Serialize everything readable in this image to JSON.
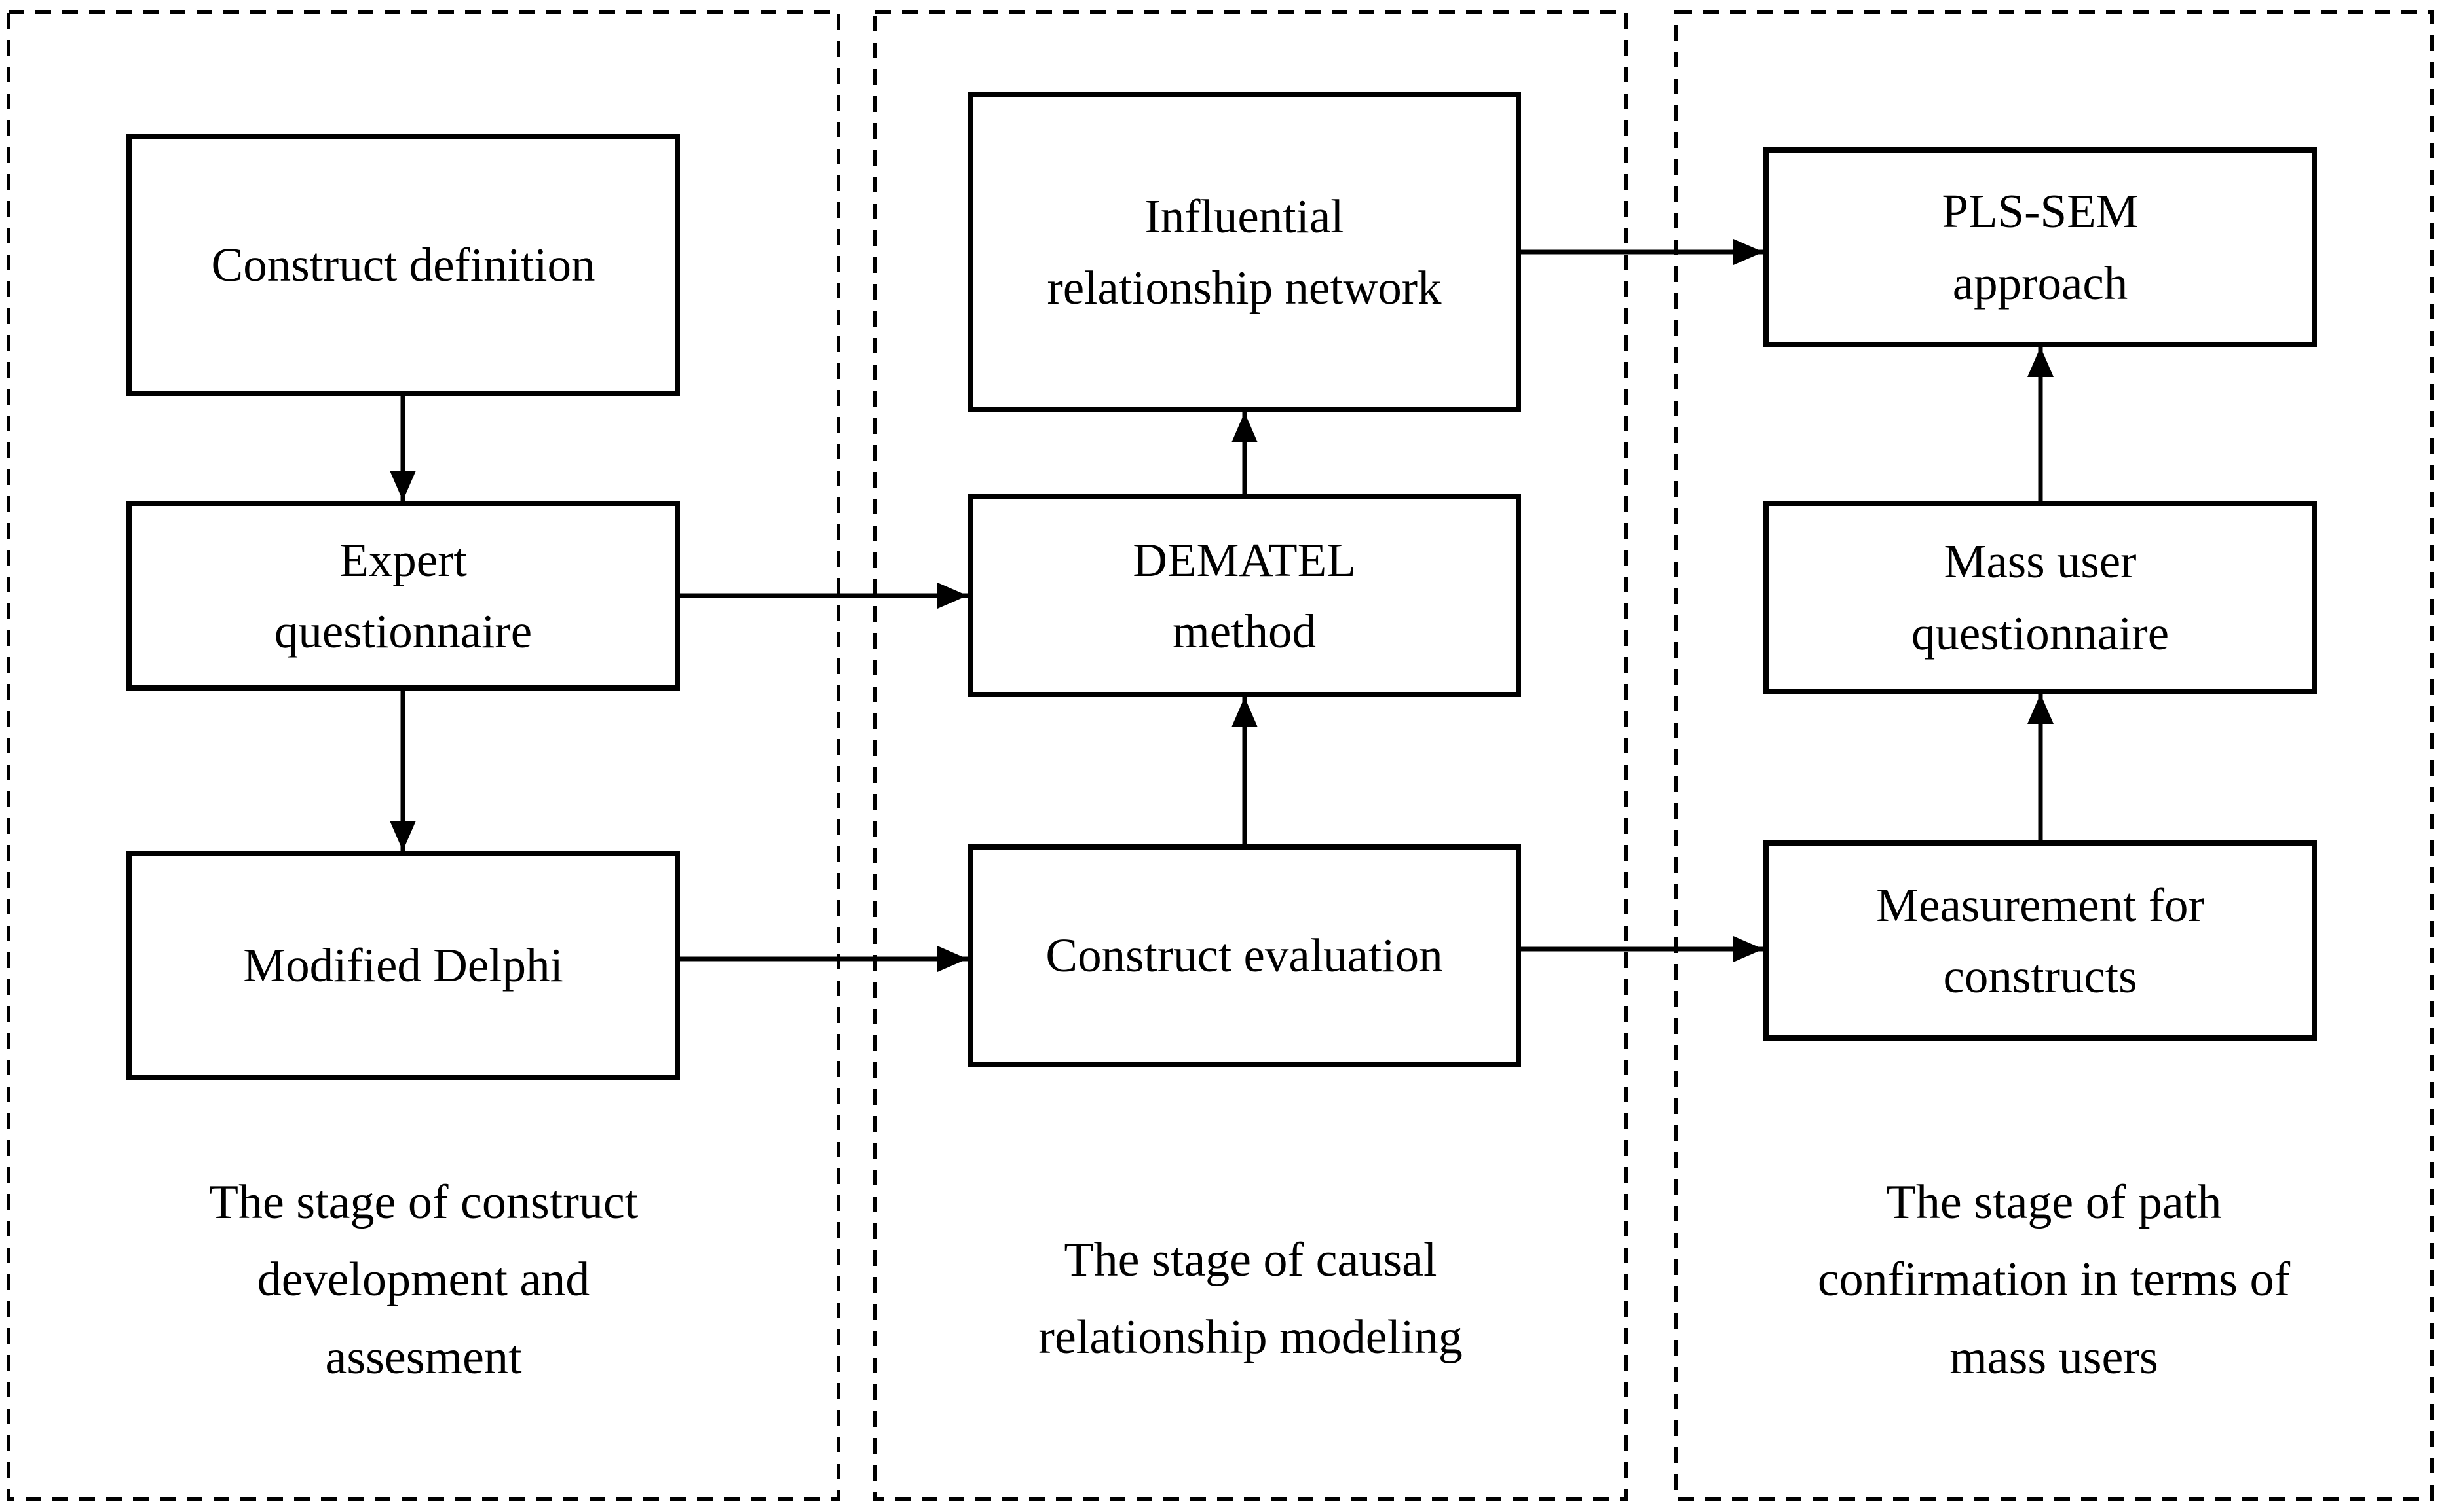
{
  "colors": {
    "ink": "#000000",
    "paper": "#ffffff"
  },
  "stages": [
    {
      "label": "The stage of construct\ndevelopment and\nassesment",
      "boxes": [
        {
          "label": "Construct definition"
        },
        {
          "label": "Expert\nquestionnaire"
        },
        {
          "label": "Modified Delphi"
        }
      ]
    },
    {
      "label": "The stage of causal\nrelationship modeling",
      "boxes": [
        {
          "label": "Influential\nrelationship network"
        },
        {
          "label": "DEMATEL\nmethod"
        },
        {
          "label": "Construct evaluation"
        }
      ]
    },
    {
      "label": "The stage of path\nconfirmation in terms of\nmass users",
      "boxes": [
        {
          "label": "PLS-SEM\napproach"
        },
        {
          "label": "Mass user\nquestionnaire"
        },
        {
          "label": "Measurement for\nconstructs"
        }
      ]
    }
  ],
  "arrows": [
    {
      "from": "construct-definition",
      "to": "expert-questionnaire"
    },
    {
      "from": "expert-questionnaire",
      "to": "modified-delphi"
    },
    {
      "from": "expert-questionnaire",
      "to": "dematel-method"
    },
    {
      "from": "modified-delphi",
      "to": "construct-evaluation"
    },
    {
      "from": "construct-evaluation",
      "to": "dematel-method"
    },
    {
      "from": "dematel-method",
      "to": "influential-relationship-network"
    },
    {
      "from": "influential-relationship-network",
      "to": "pls-sem-approach"
    },
    {
      "from": "construct-evaluation",
      "to": "measurement-for-constructs"
    },
    {
      "from": "measurement-for-constructs",
      "to": "mass-user-questionnaire"
    },
    {
      "from": "mass-user-questionnaire",
      "to": "pls-sem-approach"
    }
  ]
}
